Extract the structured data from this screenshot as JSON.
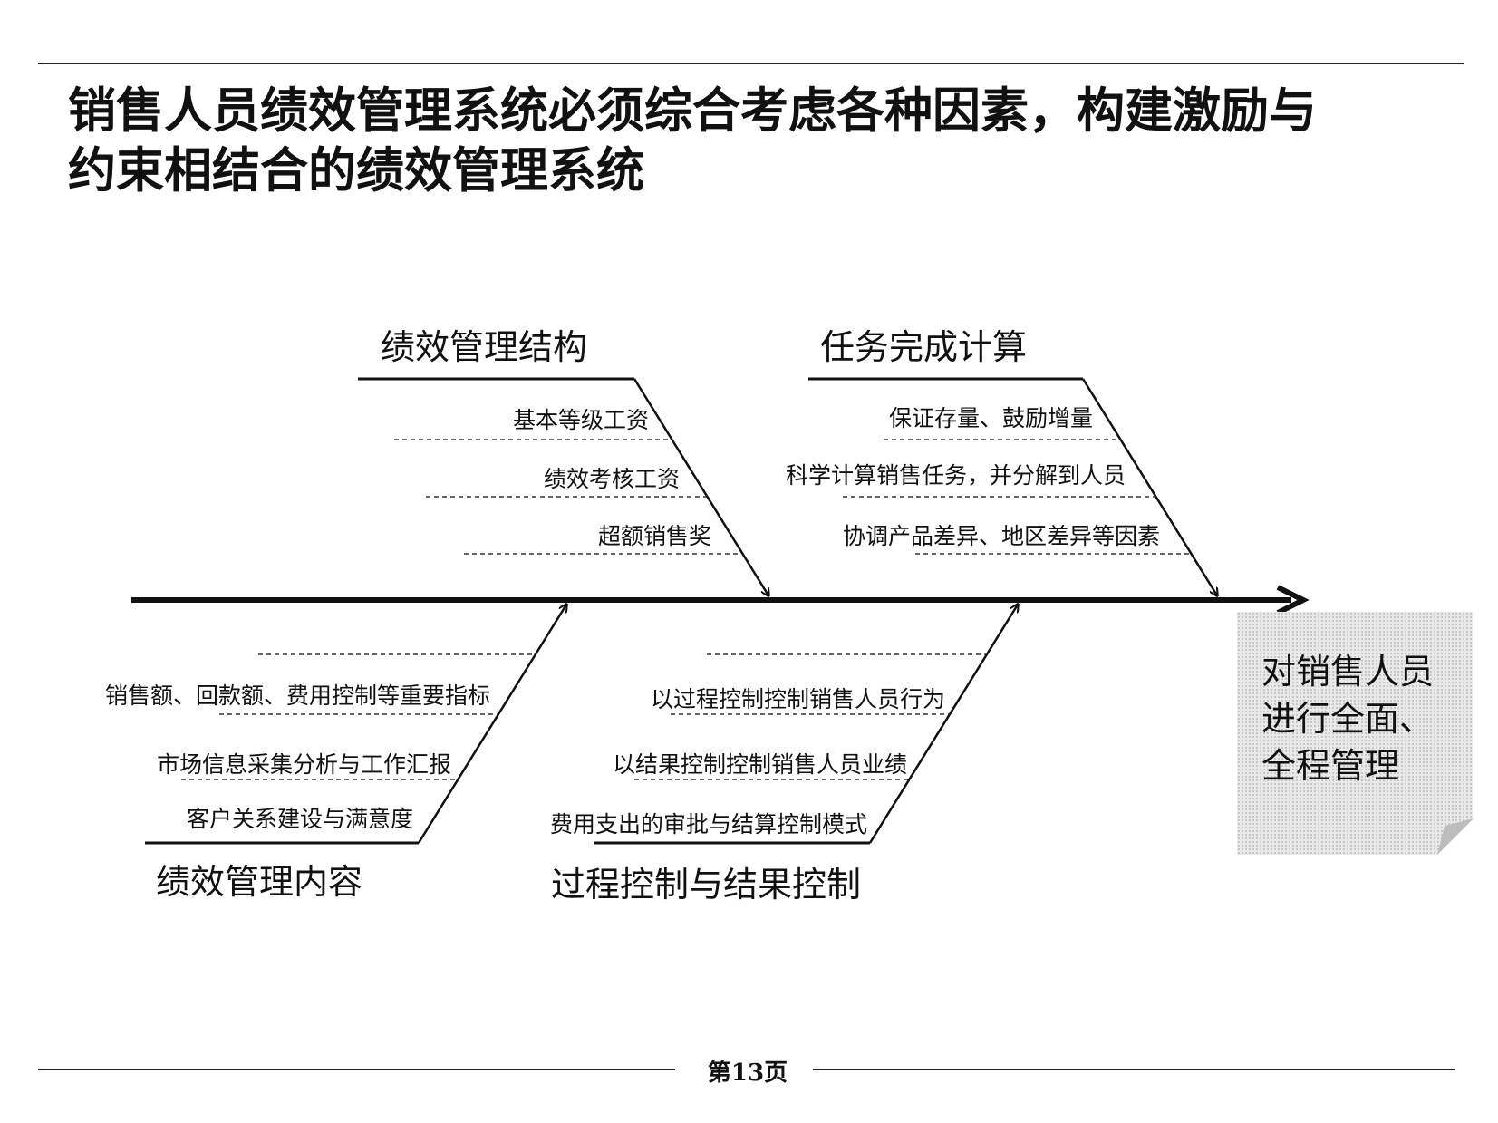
{
  "title": {
    "line1": "销售人员绩效管理系统必须综合考虑各种因素，构建激励与",
    "line2": "约束相结合的绩效管理系统"
  },
  "categories": {
    "structure": {
      "label": "绩效管理结构",
      "items": [
        "基本等级工资",
        "绩效考核工资",
        "超额销售奖"
      ]
    },
    "task": {
      "label": "任务完成计算",
      "items": [
        "保证存量、鼓励增量",
        "科学计算销售任务，并分解到人员",
        "协调产品差异、地区差异等因素"
      ]
    },
    "content": {
      "label": "绩效管理内容",
      "items": [
        "销售额、回款额、费用控制等重要指标",
        "市场信息采集分析与工作汇报",
        "客户关系建设与满意度"
      ]
    },
    "control": {
      "label": "过程控制与结果控制",
      "items": [
        "以过程控制控制销售人员行为",
        "以结果控制控制销售人员业绩",
        "费用支出的审批与结算控制模式"
      ]
    }
  },
  "result": {
    "lines": [
      "对销售人员",
      "进行全面、",
      "全程管理"
    ]
  },
  "footer": {
    "page_label": "第13页"
  }
}
